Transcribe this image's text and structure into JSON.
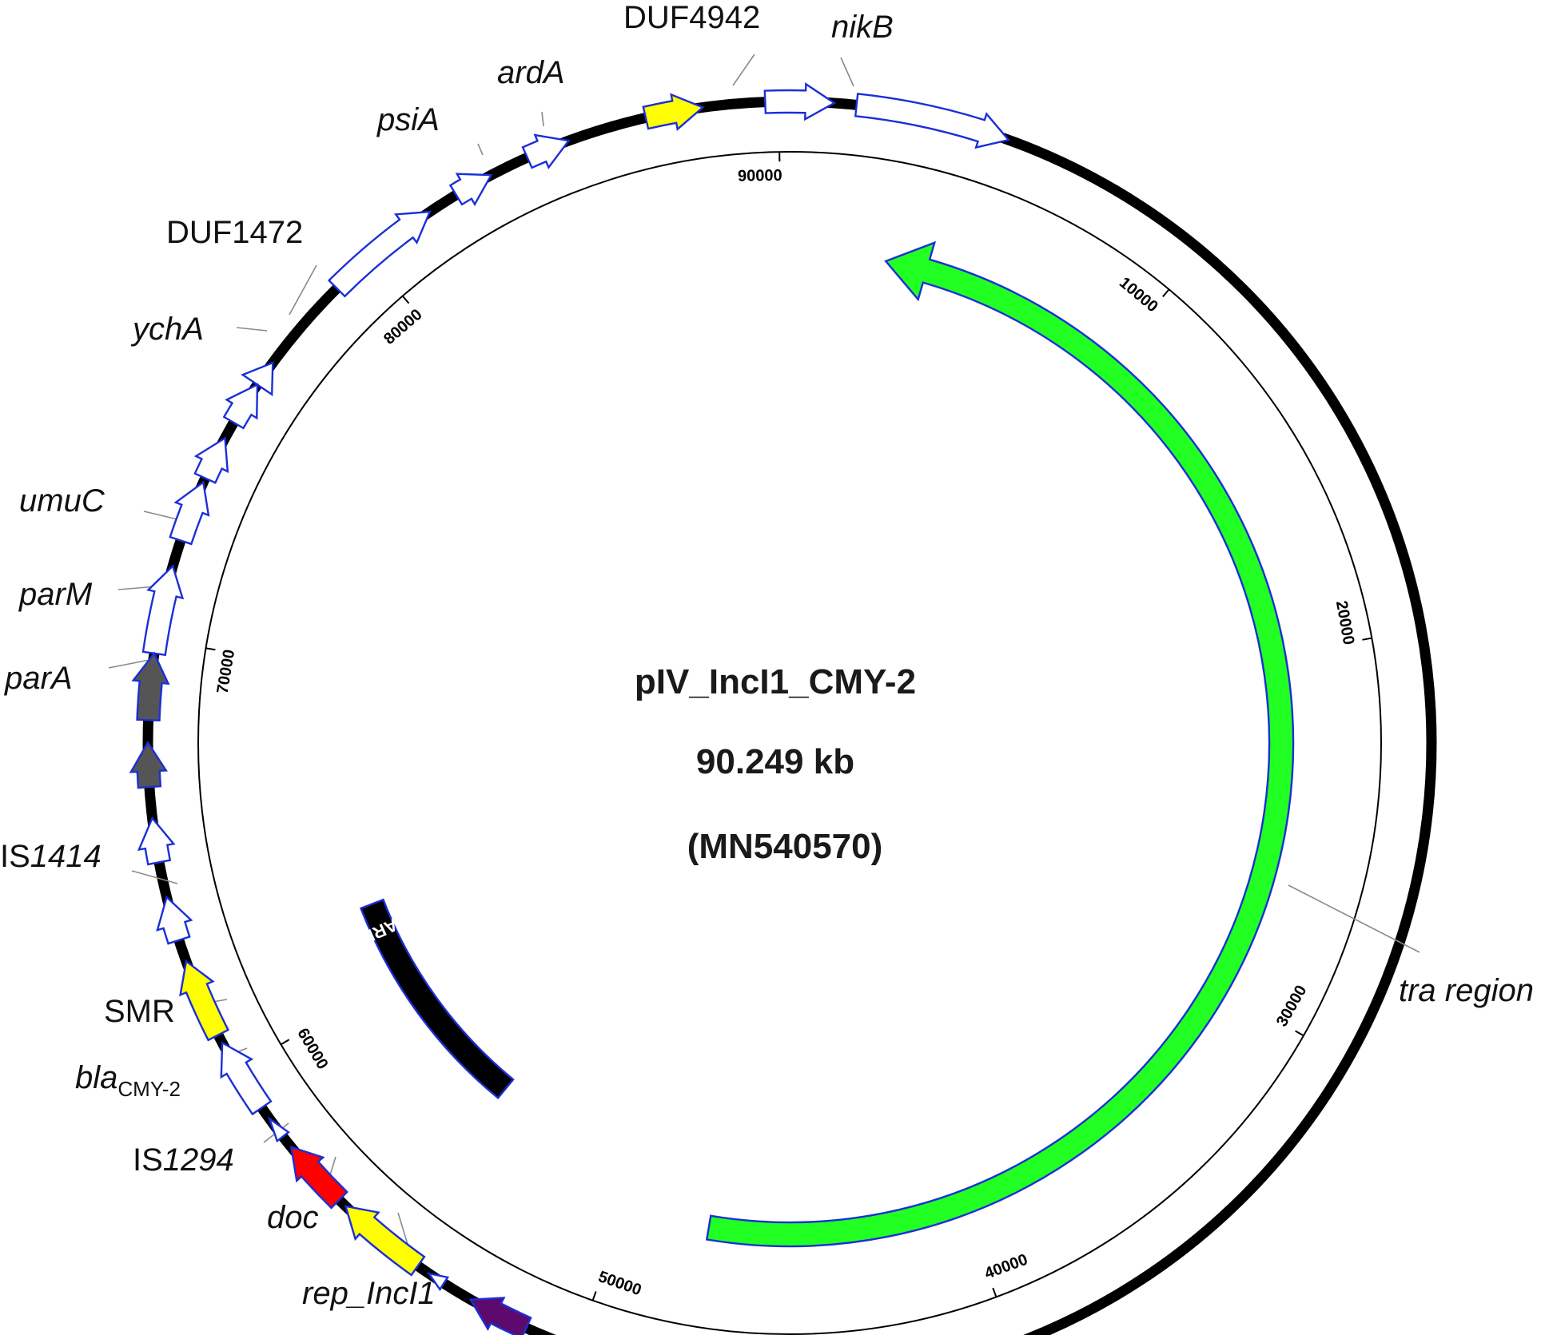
{
  "map": {
    "name": "pIV_IncI1_CMY-2",
    "size_label": "90.249 kb",
    "accession_label": "(MN540570)",
    "length_bp": 90249,
    "colors": {
      "backbone": "#000000",
      "outline": "#1a2fd8",
      "generic_gene": "#ffffff",
      "transposase": "#ffff00",
      "partition": "#555555",
      "resistance": "#ff0000",
      "replicon": "#5c0a6e",
      "tra_region": "#22ff22",
      "ari_region": "#000000"
    },
    "ticks": [
      {
        "pos": 10000,
        "label": "10000"
      },
      {
        "pos": 20000,
        "label": "20000"
      },
      {
        "pos": 30000,
        "label": "30000"
      },
      {
        "pos": 40000,
        "label": "40000"
      },
      {
        "pos": 50000,
        "label": "50000"
      },
      {
        "pos": 60000,
        "label": "60000"
      },
      {
        "pos": 70000,
        "label": "70000"
      },
      {
        "pos": 80000,
        "label": "80000"
      },
      {
        "pos": 90000,
        "label": "90000"
      }
    ],
    "regions": [
      {
        "id": "tra",
        "start": 3400,
        "end": 47500,
        "color": "#22ff22",
        "label": ""
      },
      {
        "id": "ari",
        "start": 55000,
        "end": 62400,
        "color": "#000000",
        "label": "ARI"
      }
    ],
    "features": [
      {
        "id": "nikB",
        "start": 1500,
        "end": 5000,
        "kind": "generic"
      },
      {
        "id": "duf4942",
        "start": 89700,
        "end": 1000,
        "kind": "generic"
      },
      {
        "id": "ardA-y",
        "start": 87000,
        "end": 88300,
        "kind": "transposase"
      },
      {
        "id": "ardA",
        "start": 84200,
        "end": 85200,
        "kind": "generic"
      },
      {
        "id": "psiA",
        "start": 82400,
        "end": 83300,
        "kind": "generic"
      },
      {
        "id": "orf80",
        "start": 79000,
        "end": 81700,
        "kind": "generic"
      },
      {
        "id": "duf1472",
        "start": 76200,
        "end": 76800,
        "kind": "generic"
      },
      {
        "id": "ychA",
        "start": 75200,
        "end": 76200,
        "kind": "generic"
      },
      {
        "id": "orf74",
        "start": 73800,
        "end": 74800,
        "kind": "generic"
      },
      {
        "id": "orf73",
        "start": 72300,
        "end": 73700,
        "kind": "generic"
      },
      {
        "id": "umuC",
        "start": 69700,
        "end": 71700,
        "kind": "generic"
      },
      {
        "id": "parM",
        "start": 68200,
        "end": 69700,
        "kind": "partition"
      },
      {
        "id": "parA",
        "start": 66700,
        "end": 67700,
        "kind": "partition"
      },
      {
        "id": "orf65",
        "start": 65000,
        "end": 66000,
        "kind": "generic"
      },
      {
        "id": "orf63",
        "start": 63200,
        "end": 64200,
        "kind": "generic"
      },
      {
        "id": "is1414",
        "start": 60900,
        "end": 62700,
        "kind": "transposase"
      },
      {
        "id": "orf60",
        "start": 59000,
        "end": 60700,
        "kind": "generic"
      },
      {
        "id": "smr",
        "start": 58200,
        "end": 58700,
        "kind": "generic"
      },
      {
        "id": "blaCMY2",
        "start": 56300,
        "end": 57900,
        "kind": "resistance"
      },
      {
        "id": "is1294",
        "start": 54000,
        "end": 56100,
        "kind": "transposase"
      },
      {
        "id": "doc",
        "start": 53300,
        "end": 53700,
        "kind": "generic"
      },
      {
        "id": "repIncI1",
        "start": 51200,
        "end": 52600,
        "kind": "replicon"
      }
    ],
    "labels": [
      {
        "id": "duf4942",
        "parts": [
          {
            "t": "DUF4942",
            "s": "n"
          }
        ]
      },
      {
        "id": "nikB",
        "parts": [
          {
            "t": "nikB",
            "s": "i"
          }
        ]
      },
      {
        "id": "ardA",
        "parts": [
          {
            "t": "ardA",
            "s": "i"
          }
        ]
      },
      {
        "id": "psiA",
        "parts": [
          {
            "t": "psiA",
            "s": "i"
          }
        ]
      },
      {
        "id": "duf1472",
        "parts": [
          {
            "t": "DUF1472",
            "s": "n"
          }
        ]
      },
      {
        "id": "ychA",
        "parts": [
          {
            "t": "ychA",
            "s": "i"
          }
        ]
      },
      {
        "id": "umuC",
        "parts": [
          {
            "t": "umuC",
            "s": "i"
          }
        ]
      },
      {
        "id": "parM",
        "parts": [
          {
            "t": "parM",
            "s": "i"
          }
        ]
      },
      {
        "id": "parA",
        "parts": [
          {
            "t": "parA",
            "s": "i"
          }
        ]
      },
      {
        "id": "is1414",
        "parts": [
          {
            "t": "IS",
            "s": "n"
          },
          {
            "t": "1414",
            "s": "i"
          }
        ]
      },
      {
        "id": "smr",
        "parts": [
          {
            "t": "SMR",
            "s": "n"
          }
        ]
      },
      {
        "id": "blaCMY2",
        "parts": [
          {
            "t": "bla",
            "s": "i"
          },
          {
            "t": "CMY-2",
            "s": "sub"
          }
        ]
      },
      {
        "id": "is1294",
        "parts": [
          {
            "t": "IS",
            "s": "n"
          },
          {
            "t": "1294",
            "s": "i"
          }
        ]
      },
      {
        "id": "doc",
        "parts": [
          {
            "t": "doc",
            "s": "i"
          }
        ]
      },
      {
        "id": "repIncI1",
        "parts": [
          {
            "t": "rep_IncI1",
            "s": "i"
          }
        ]
      },
      {
        "id": "tra",
        "parts": [
          {
            "t": "tra region",
            "s": "i"
          }
        ]
      }
    ]
  }
}
